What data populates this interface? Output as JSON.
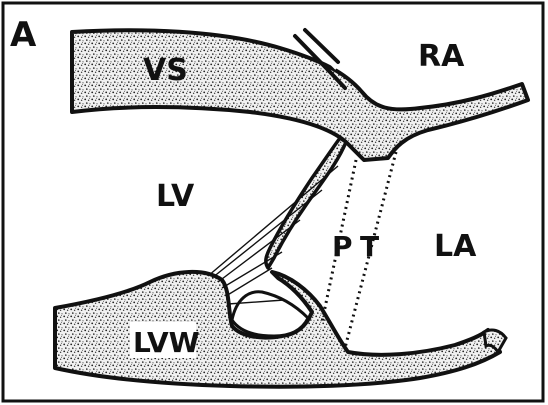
{
  "panel_label": "A",
  "structures": {
    "vs": "VS",
    "ra": "RA",
    "lv": "LV",
    "la": "LA",
    "lvw": "LVW",
    "p": "P",
    "t": "T"
  },
  "colors": {
    "ink": "#111111",
    "tissue_fill": "#e6e6e6",
    "background": "#ffffff"
  }
}
